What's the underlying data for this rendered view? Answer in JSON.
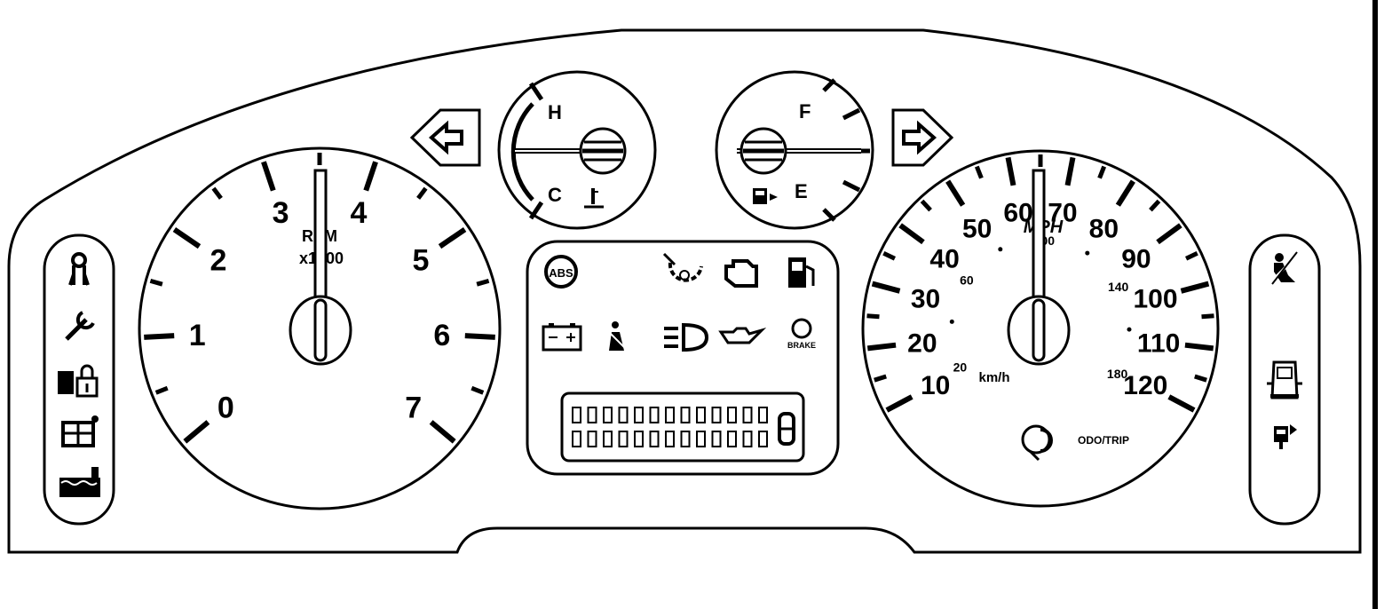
{
  "tachometer": {
    "title": "RPM",
    "subtitle": "x1000",
    "labels": [
      "0",
      "1",
      "2",
      "3",
      "4",
      "5",
      "6",
      "7"
    ]
  },
  "temp_gauge": {
    "hot_label": "H",
    "cold_label": "C",
    "icon": "coolant-temperature-icon"
  },
  "fuel_gauge": {
    "full_label": "F",
    "empty_label": "E",
    "icon": "fuel-door-side-icon"
  },
  "speedometer": {
    "unit": "MPH",
    "mph_labels": [
      "10",
      "20",
      "30",
      "40",
      "50",
      "60",
      "70",
      "80",
      "90",
      "100",
      "110",
      "120"
    ],
    "kmh_unit": "km/h",
    "kmh_labels": [
      "20",
      "60",
      "100",
      "140",
      "180"
    ],
    "reset_label": "ODO/TRIP"
  },
  "warning_lights": [
    {
      "name": "abs-icon",
      "text": "ABS"
    },
    {
      "name": "traction-control-icon",
      "text": ""
    },
    {
      "name": "check-engine-icon",
      "text": ""
    },
    {
      "name": "fuel-pump-icon",
      "text": ""
    },
    {
      "name": "battery-icon",
      "text": ""
    },
    {
      "name": "seatbelt-icon",
      "text": ""
    },
    {
      "name": "high-beam-icon",
      "text": ""
    },
    {
      "name": "oil-can-icon",
      "text": ""
    },
    {
      "name": "brake-icon",
      "text": "BRAKE"
    }
  ],
  "left_indicators": [
    "tow-haul-icon",
    "wrench-icon",
    "door-lock-icon",
    "cargo-icon",
    "coolant-level-icon"
  ],
  "right_indicators": [
    "airbag-off-icon",
    "door-ajar-icon",
    "four-wheel-drive-icon"
  ],
  "odometer_display": {
    "cells_per_row": 13,
    "rows": 2
  },
  "colors": {
    "line": "#000000",
    "background": "#ffffff"
  }
}
